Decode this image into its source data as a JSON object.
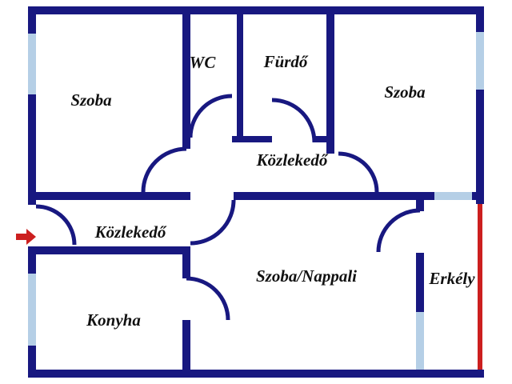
{
  "rooms": {
    "szoba_top_left": {
      "label": "Szoba"
    },
    "wc": {
      "label": "WC"
    },
    "furdo": {
      "label": "Fürdő"
    },
    "szoba_top_right": {
      "label": "Szoba"
    },
    "kozlekedo_middle": {
      "label": "Közlekedő"
    },
    "kozlekedo_left": {
      "label": "Közlekedő"
    },
    "szoba_nappali": {
      "label": "Szoba/Nappali"
    },
    "konyha": {
      "label": "Konyha"
    },
    "erkely": {
      "label": "Erkély"
    }
  },
  "icons": {
    "entrance_arrow": "right-arrow"
  },
  "colors": {
    "wall": "#181880",
    "window": "#b5cfe6",
    "accent_red": "#cc1f1f",
    "label": "#111111",
    "background": "#ffffff"
  }
}
